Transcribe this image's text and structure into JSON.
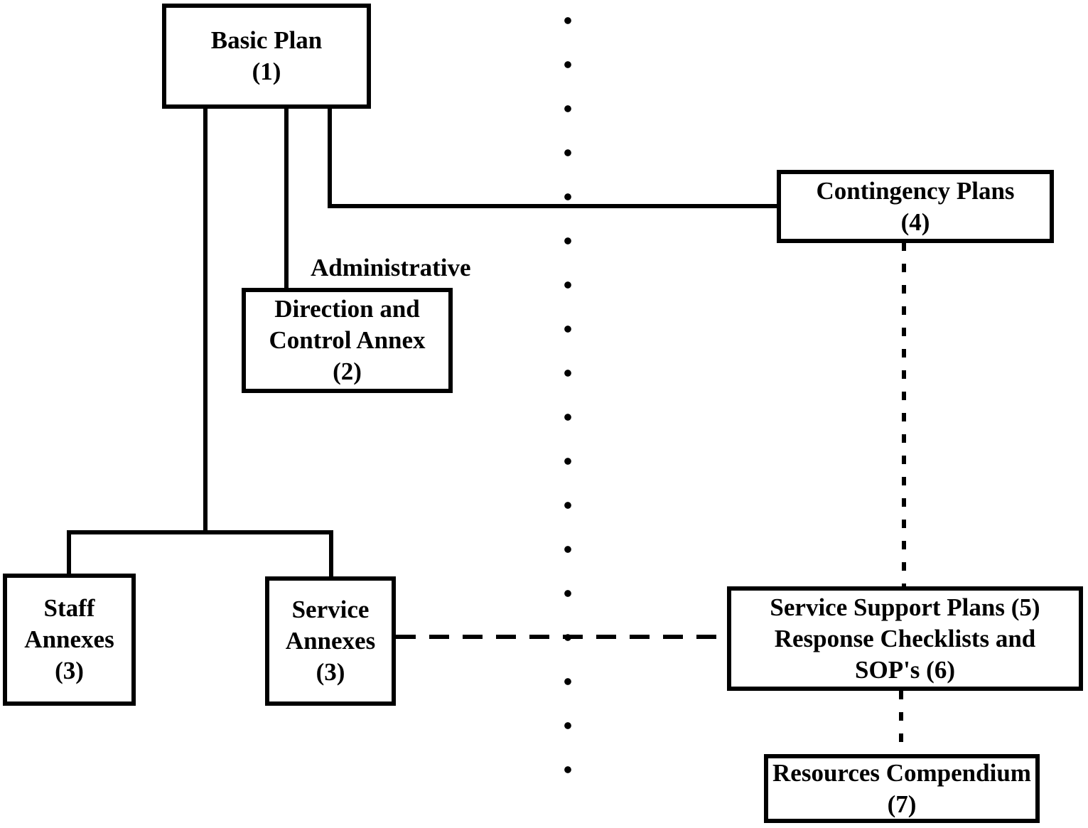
{
  "diagram": {
    "background_color": "#ffffff",
    "line_color": "#000000",
    "annotation": "Administrative",
    "nodes": [
      {
        "id": "basic-plan",
        "lines": [
          "Basic Plan",
          "(1)"
        ]
      },
      {
        "id": "direction-control",
        "lines": [
          "Direction and",
          "Control Annex",
          "(2)"
        ]
      },
      {
        "id": "staff-annexes",
        "lines": [
          "Staff",
          "Annexes",
          "(3)"
        ]
      },
      {
        "id": "service-annexes",
        "lines": [
          "Service",
          "Annexes",
          "(3)"
        ]
      },
      {
        "id": "contingency-plans",
        "lines": [
          "Contingency Plans",
          "(4)"
        ]
      },
      {
        "id": "service-support-plans",
        "lines": [
          "Service Support Plans (5)",
          "Response Checklists and",
          "SOP's (6)"
        ]
      },
      {
        "id": "resources-compendium",
        "lines": [
          "Resources Compendium",
          "(7)"
        ]
      }
    ],
    "connector_styles": {
      "solid": "basic plan to annexes",
      "dashed": "coordination links",
      "dotted": "page divider line"
    }
  }
}
